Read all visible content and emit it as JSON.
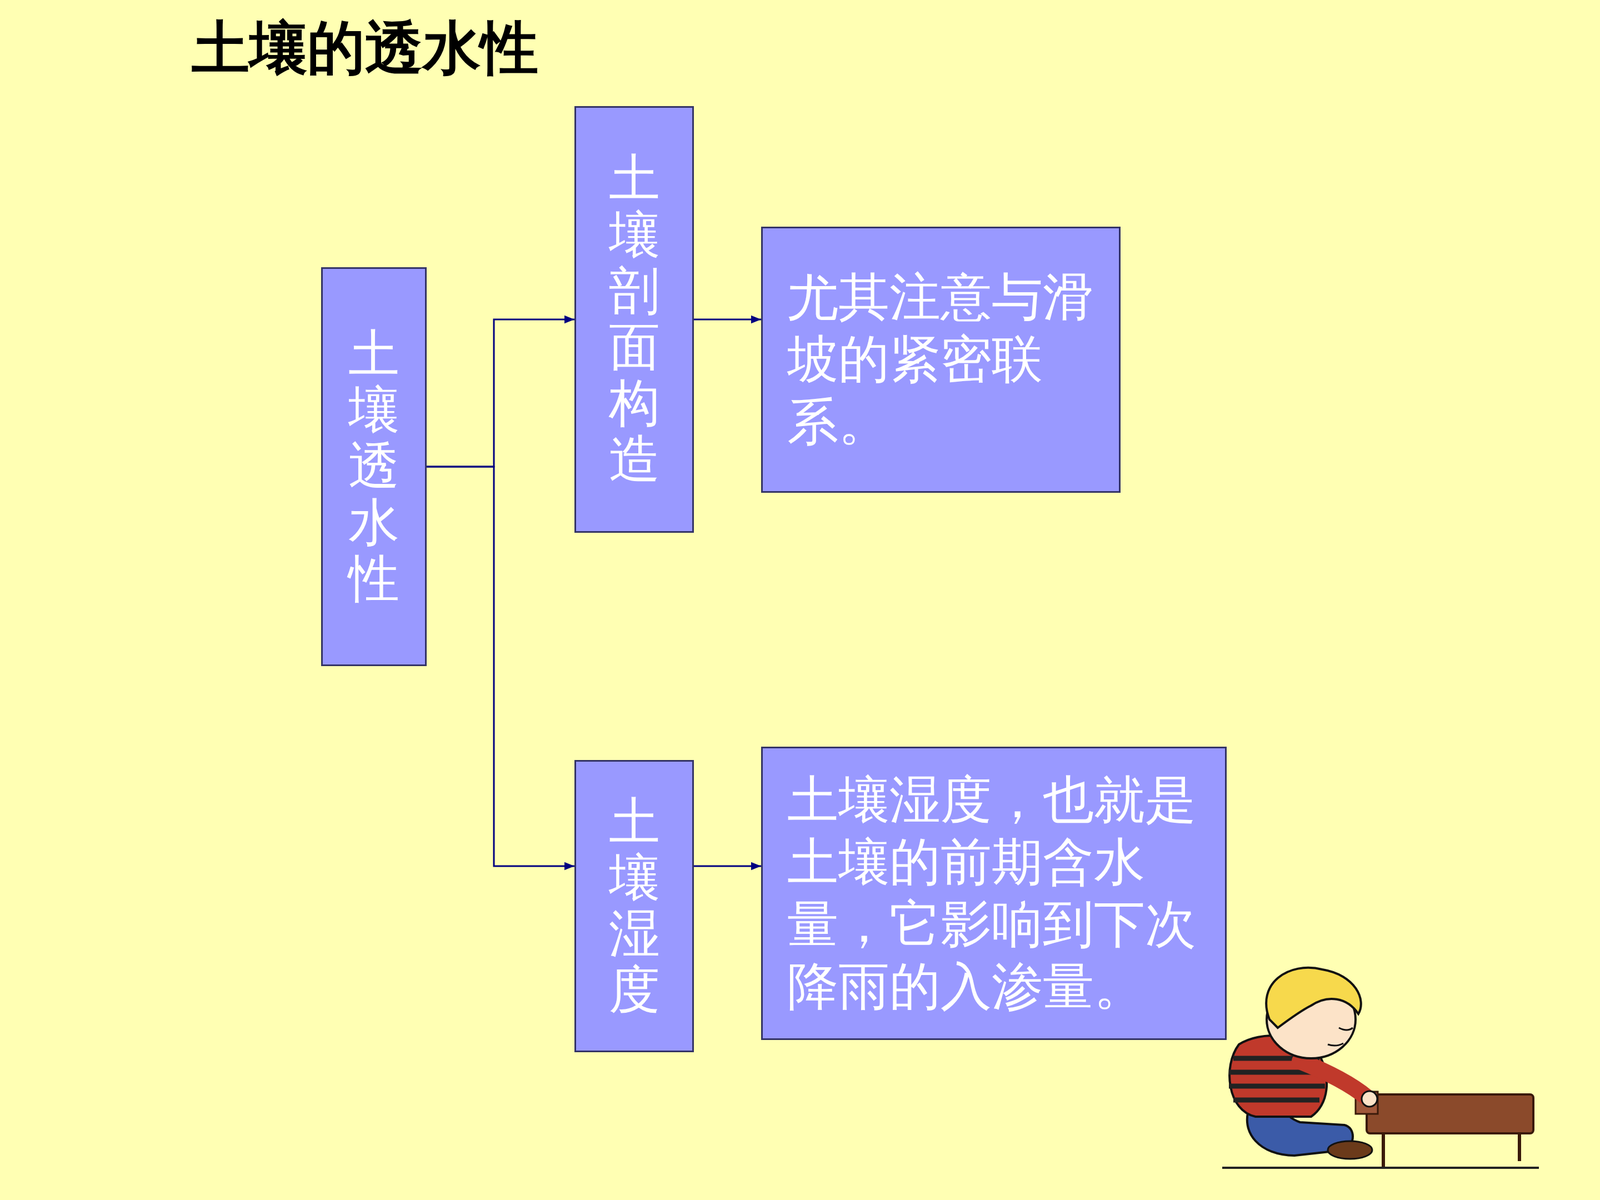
{
  "diagram": {
    "title": "土壤的透水性",
    "nodes": [
      {
        "text": [
          "土壤透水性"
        ]
      },
      {
        "text": [
          "土壤剖面构造"
        ]
      },
      {
        "text": [
          "尤其注意与滑坡的紧密联系。"
        ]
      },
      {
        "text": [
          "土壤湿度"
        ]
      },
      {
        "text": [
          "土壤湿度，也就是土壤的前期含水量，它影响到下次降雨的入渗量。"
        ]
      }
    ],
    "edges": [
      {
        "from": 0,
        "to": 1,
        "arrow": "to"
      },
      {
        "from": 0,
        "to": 3,
        "arrow": "to"
      },
      {
        "from": 1,
        "to": 2,
        "arrow": "to"
      },
      {
        "from": 3,
        "to": 4,
        "arrow": "to"
      }
    ]
  }
}
